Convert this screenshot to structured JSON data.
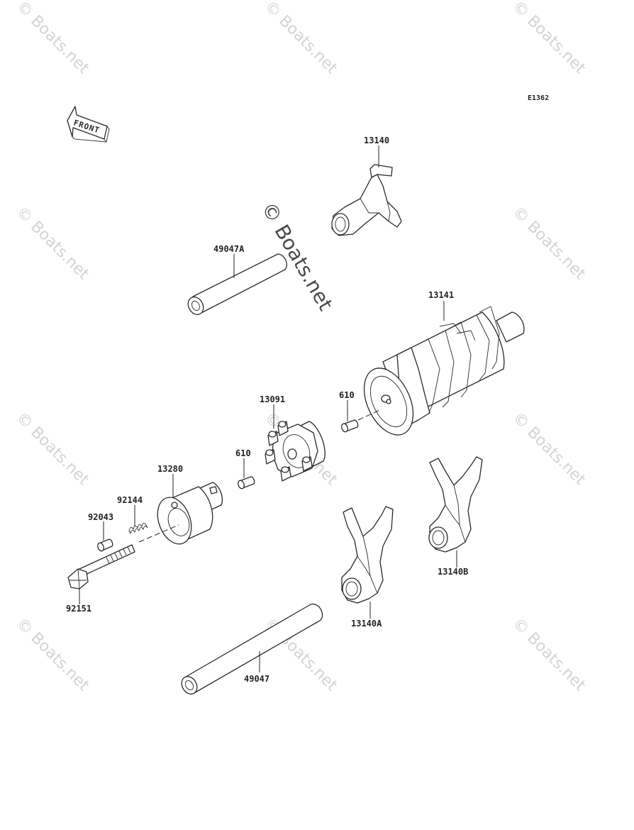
{
  "diagram_code": "E1362",
  "direction_label": "FRONT",
  "watermark": "© Boats.net",
  "parts": {
    "p13140": "13140",
    "p49047A": "49047A",
    "p13141": "13141",
    "p13091": "13091",
    "p610_upper": "610",
    "p610_lower": "610",
    "p13280": "13280",
    "p92144": "92144",
    "p92043": "92043",
    "p92151": "92151",
    "p13140B": "13140B",
    "p13140A": "13140A",
    "p49047": "49047"
  }
}
